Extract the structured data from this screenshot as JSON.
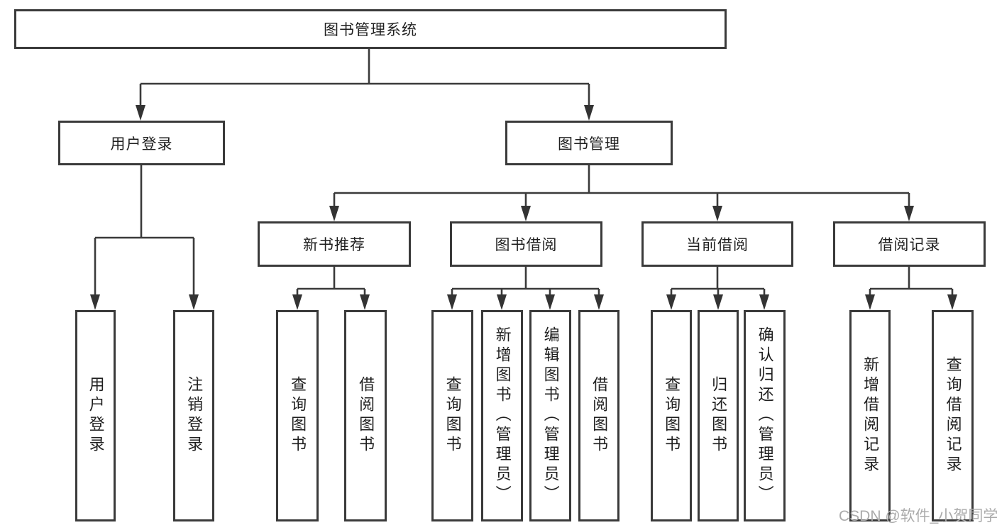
{
  "tree": {
    "root": {
      "label": "图书管理系统"
    },
    "children": [
      {
        "label": "用户登录",
        "children": [
          {
            "label": "用户登录"
          },
          {
            "label": "注销登录"
          }
        ]
      },
      {
        "label": "图书管理",
        "children": [
          {
            "label": "新书推荐",
            "children": [
              {
                "label": "查询图书"
              },
              {
                "label": "借阅图书"
              }
            ]
          },
          {
            "label": "图书借阅",
            "children": [
              {
                "label": "查询图书"
              },
              {
                "label": "新增图书（管理员）"
              },
              {
                "label": "编辑图书（管理员）"
              },
              {
                "label": "借阅图书"
              }
            ]
          },
          {
            "label": "当前借阅",
            "children": [
              {
                "label": "查询图书"
              },
              {
                "label": "归还图书"
              },
              {
                "label": "确认归还（管理员）"
              }
            ]
          },
          {
            "label": "借阅记录",
            "children": [
              {
                "label": "新增借阅记录"
              },
              {
                "label": "查询借阅记录"
              }
            ]
          }
        ]
      }
    ]
  },
  "watermark": {
    "text": "CSDN @软件_小贺同学"
  },
  "colors": {
    "line": "#3a3a3a",
    "border": "#3a3a3a",
    "arrow": "#333333",
    "text": "#1f1f1f",
    "watermark": "#ababab",
    "background": "#ffffff"
  }
}
